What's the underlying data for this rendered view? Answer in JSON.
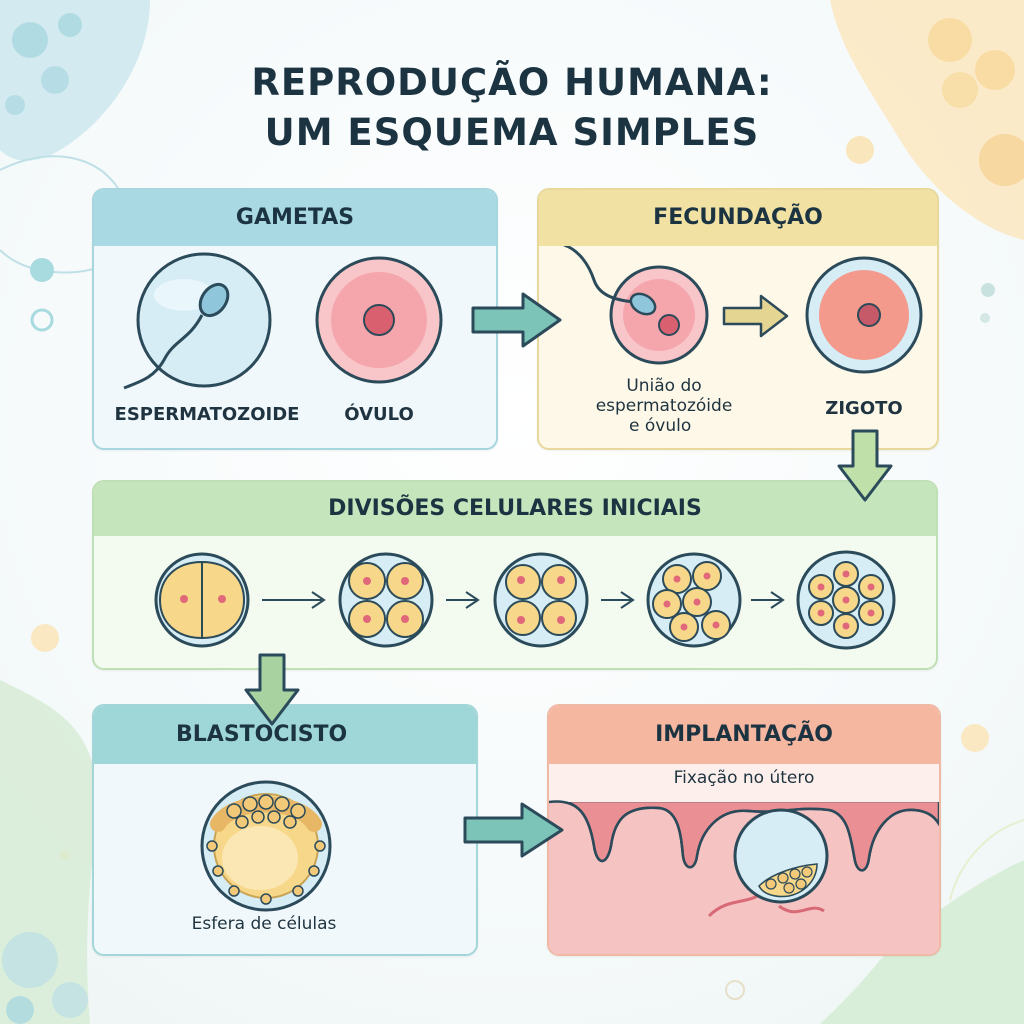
{
  "title": {
    "line1": "REPRODUÇÃO HUMANA:",
    "line2": "UM ESQUEMA SIMPLES"
  },
  "gametas": {
    "heading": "GAMETAS",
    "sperm_label": "ESPERMATOZOIDE",
    "egg_label": "ÓVULO"
  },
  "fecundacao": {
    "heading": "FECUNDAÇÃO",
    "union_line1": "União do",
    "union_line2": "espermatozóide",
    "union_line3": "e óvulo",
    "zygote_label": "ZIGOTO"
  },
  "divisoes": {
    "heading": "DIVISÕES CELULARES INICIAIS"
  },
  "blastocisto": {
    "heading": "BLASTOCISTO",
    "caption": "Esfera de células"
  },
  "implantacao": {
    "heading": "IMPLANTAÇÃO",
    "caption": "Fixação no útero"
  },
  "colors": {
    "gametas": "#a9d9e2",
    "fecundacao": "#f1e2a4",
    "divisoes": "#c5e5bd",
    "blastocisto": "#9fd6d8",
    "implantacao": "#f6b7a1",
    "arrow_teal": "#7cc4b8",
    "arrow_yellow": "#e4d592",
    "arrow_green": "#a8d3a0"
  }
}
